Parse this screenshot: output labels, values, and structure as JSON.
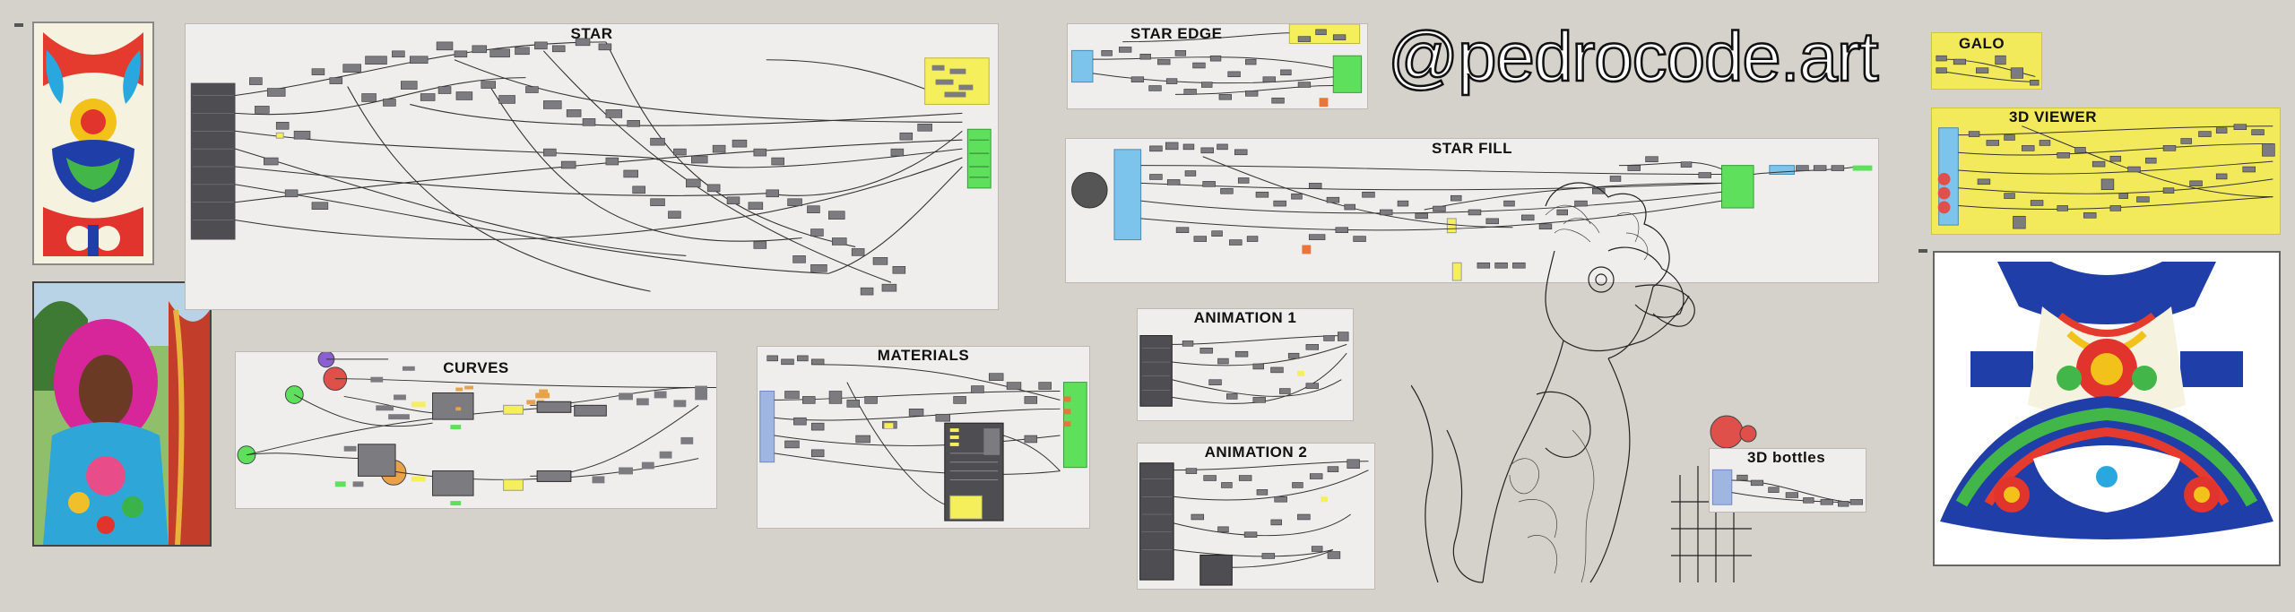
{
  "brand": {
    "handle": "@pedrocode.art"
  },
  "groups": {
    "star": {
      "title": "STAR"
    },
    "star_edge": {
      "title": "STAR EDGE"
    },
    "star_fill": {
      "title": "STAR FILL"
    },
    "curves": {
      "title": "CURVES"
    },
    "materials": {
      "title": "MATERIALS"
    },
    "animation1": {
      "title": "ANIMATION 1"
    },
    "animation2": {
      "title": "ANIMATION 2"
    },
    "galo": {
      "title": "GALO"
    },
    "viewer3d": {
      "title": "3D VIEWER"
    },
    "bottles": {
      "title": "3D bottles"
    }
  },
  "colors": {
    "canvas": "#d5d1cb",
    "group_bg": "#efeeec",
    "yellow_group": "#f2ea5a",
    "component": "#7b7b80",
    "wire": "#3a3a3a",
    "panel_yellow": "#f5ef5c",
    "panel_green": "#5fe05c",
    "panel_blue": "#7cc4ec",
    "red_node": "#e0504a",
    "purple_node": "#8b5fd0",
    "orange_node": "#e9a24a"
  },
  "icons": {
    "thumbnail_1": "folk-art-pattern-image",
    "thumbnail_2": "carnival-costume-photo",
    "preview": "folk-art-unrolled-bottle-image",
    "sketch": "rooster-line-drawing"
  }
}
